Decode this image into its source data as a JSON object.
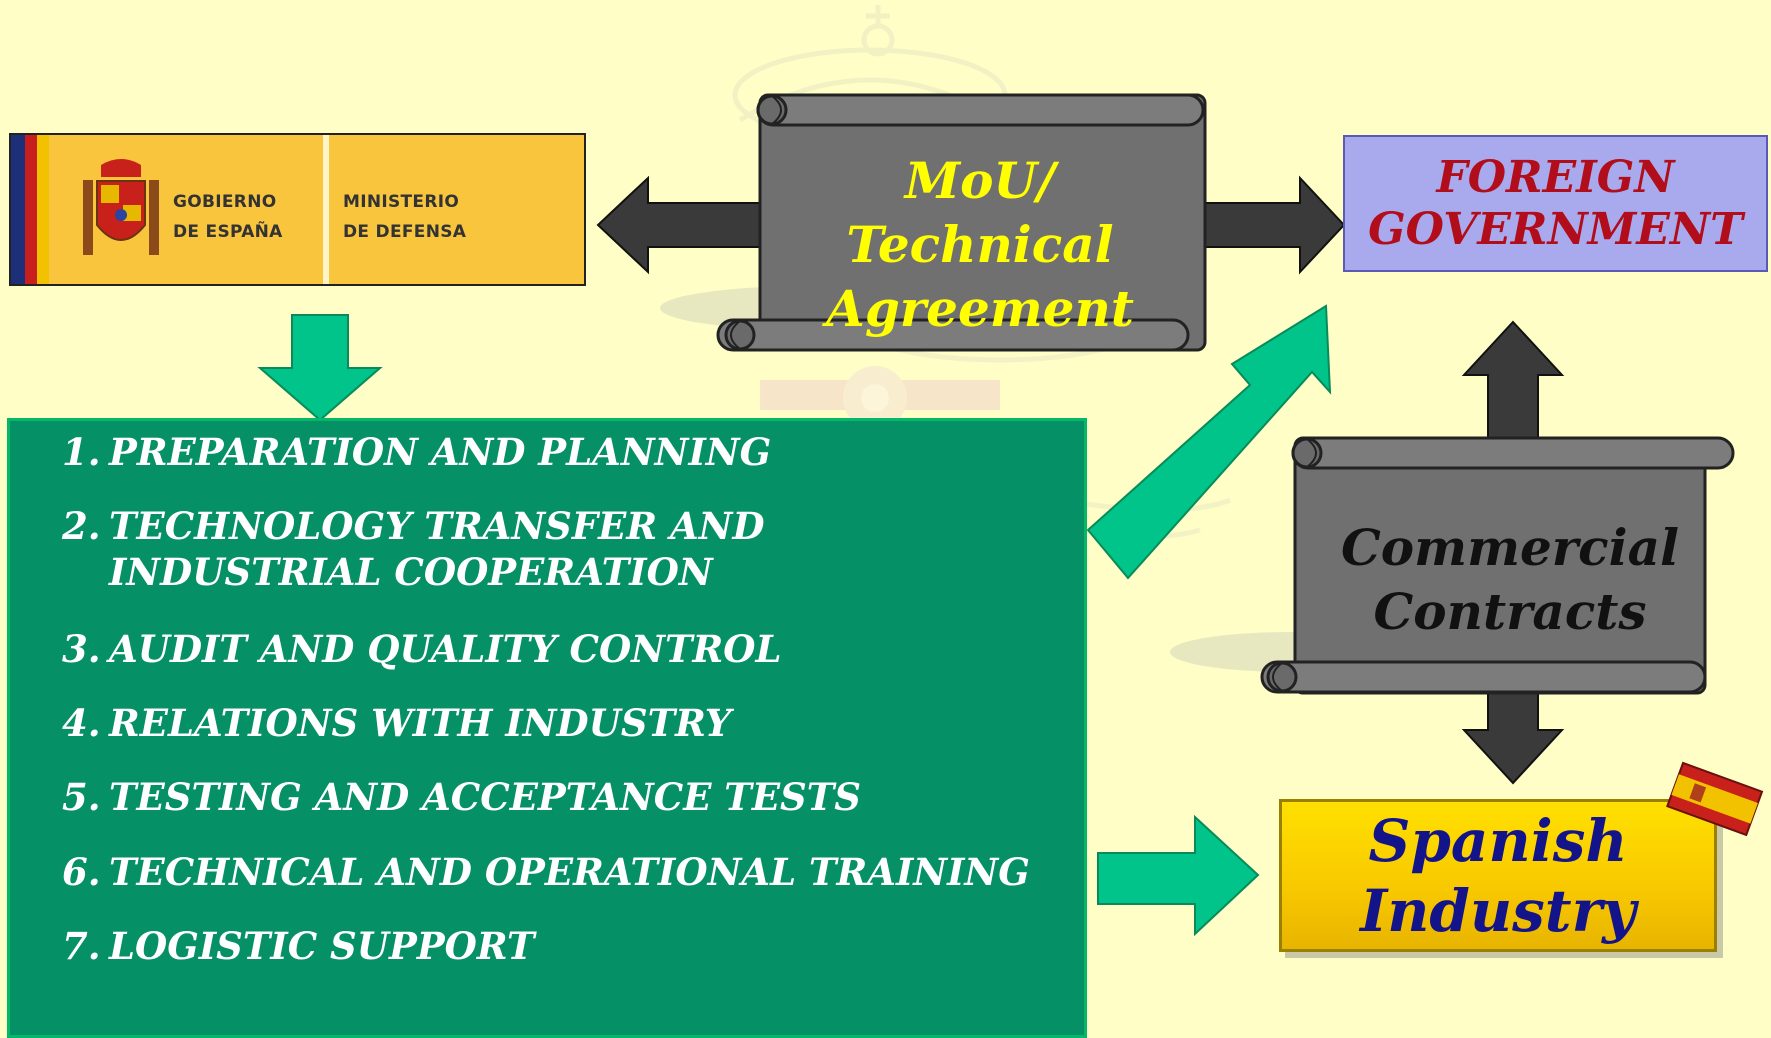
{
  "government_logo": {
    "line1_left": "GOBIERNO",
    "line2_left": "DE ESPAÑA",
    "line1_right": "MINISTERIO",
    "line2_right": "DE DEFENSA",
    "icon": "spain-coat-of-arms-icon"
  },
  "mou_agreement": {
    "text": "MoU/ Technical Agreement"
  },
  "foreign_government": {
    "text": "FOREIGN GOVERNMENT"
  },
  "commercial_contracts": {
    "text": "Commercial Contracts"
  },
  "spanish_industry": {
    "text": "Spanish Industry",
    "flag_icon": "spain-flag-icon"
  },
  "tasks": [
    {
      "num": "1.",
      "label": "PREPARATION AND PLANNING"
    },
    {
      "num": "2.",
      "label": "TECHNOLOGY TRANSFER AND INDUSTRIAL COOPERATION"
    },
    {
      "num": "3.",
      "label": "AUDIT AND QUALITY CONTROL"
    },
    {
      "num": "4.",
      "label": "RELATIONS WITH INDUSTRY"
    },
    {
      "num": "5.",
      "label": "TESTING AND ACCEPTANCE TESTS"
    },
    {
      "num": "6.",
      "label": "TECHNICAL AND OPERATIONAL TRAINING"
    },
    {
      "num": "7.",
      "label": "LOGISTIC SUPPORT"
    }
  ],
  "colors": {
    "background": "#fefec6",
    "panel_green": "#069065",
    "arrow_green": "#00c48a",
    "arrow_dark": "#3a3a3a",
    "scroll_grey": "#707070",
    "mou_text": "#ffff00",
    "foreign_box": "#a9a9ee",
    "foreign_text": "#b20d1a",
    "industry_box": "#f8c800",
    "industry_text": "#14148a"
  }
}
